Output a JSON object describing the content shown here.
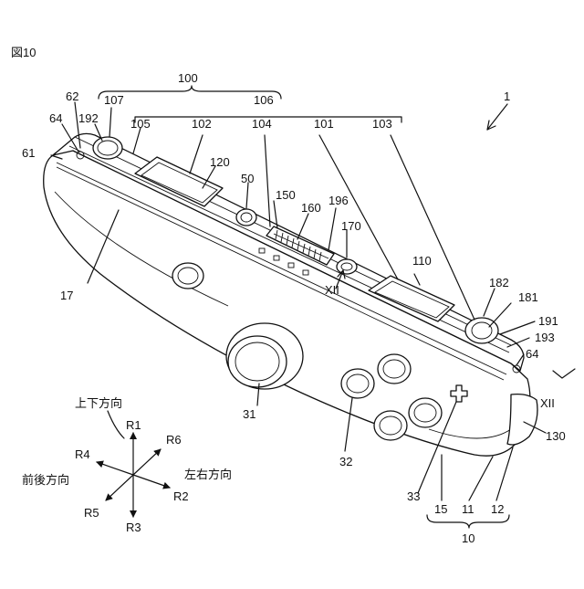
{
  "figure": {
    "title": "図10"
  },
  "labels": [
    "100",
    "1",
    "62",
    "107",
    "106",
    "64",
    "192",
    "105",
    "102",
    "104",
    "101",
    "103",
    "61",
    "120",
    "50",
    "150",
    "160",
    "196",
    "170",
    "17",
    "110",
    "XII",
    "182",
    "181",
    "191",
    "193",
    "64",
    "XII",
    "31",
    "32",
    "33",
    "15",
    "11",
    "12",
    "130",
    "10"
  ],
  "directions": {
    "up_down": "上下方向",
    "front_back": "前後方向",
    "left_right": "左右方向",
    "R1": "R1",
    "R2": "R2",
    "R3": "R3",
    "R4": "R4",
    "R5": "R5",
    "R6": "R6"
  }
}
